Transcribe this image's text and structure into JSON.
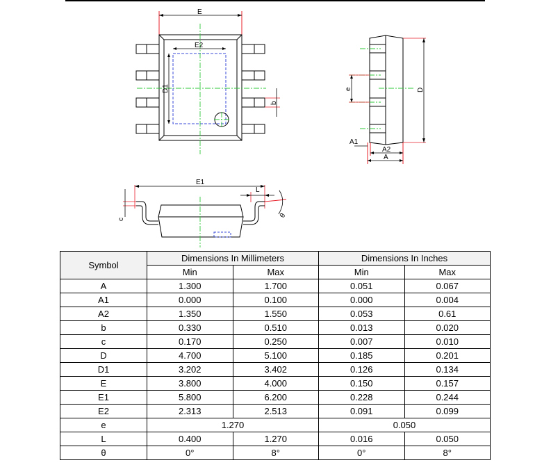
{
  "labels": {
    "top_E": "E",
    "top_E2": "E2",
    "top_D1": "D1",
    "top_b": "b",
    "side_e": "e",
    "side_D": "D",
    "side_A1": "A1",
    "side_A2": "A2",
    "side_A": "A",
    "front_E1": "E1",
    "front_L": "L",
    "front_c": "c",
    "front_theta": "θ"
  },
  "colors": {
    "dimension_red": "#e8202a",
    "centerline_green": "#2fc83a",
    "pad_blue": "#3a4ad8",
    "outline": "#000000"
  },
  "table": {
    "symbol_header": "Symbol",
    "mm_header": "Dimensions In Millimeters",
    "in_header": "Dimensions In Inches",
    "min_label": "Min",
    "max_label": "Max",
    "rows": [
      {
        "symbol": "A",
        "mm_min": "1.300",
        "mm_max": "1.700",
        "in_min": "0.051",
        "in_max": "0.067"
      },
      {
        "symbol": "A1",
        "mm_min": "0.000",
        "mm_max": "0.100",
        "in_min": "0.000",
        "in_max": "0.004"
      },
      {
        "symbol": "A2",
        "mm_min": "1.350",
        "mm_max": "1.550",
        "in_min": "0.053",
        "in_max": "0.61"
      },
      {
        "symbol": "b",
        "mm_min": "0.330",
        "mm_max": "0.510",
        "in_min": "0.013",
        "in_max": "0.020"
      },
      {
        "symbol": "c",
        "mm_min": "0.170",
        "mm_max": "0.250",
        "in_min": "0.007",
        "in_max": "0.010"
      },
      {
        "symbol": "D",
        "mm_min": "4.700",
        "mm_max": "5.100",
        "in_min": "0.185",
        "in_max": "0.201"
      },
      {
        "symbol": "D1",
        "mm_min": "3.202",
        "mm_max": "3.402",
        "in_min": "0.126",
        "in_max": "0.134"
      },
      {
        "symbol": "E",
        "mm_min": "3.800",
        "mm_max": "4.000",
        "in_min": "0.150",
        "in_max": "0.157"
      },
      {
        "symbol": "E1",
        "mm_min": "5.800",
        "mm_max": "6.200",
        "in_min": "0.228",
        "in_max": "0.244"
      },
      {
        "symbol": "E2",
        "mm_min": "2.313",
        "mm_max": "2.513",
        "in_min": "0.091",
        "in_max": "0.099"
      },
      {
        "symbol": "e",
        "mm_nom": "1.270",
        "in_nom": "0.050"
      },
      {
        "symbol": "L",
        "mm_min": "0.400",
        "mm_max": "1.270",
        "in_min": "0.016",
        "in_max": "0.050"
      },
      {
        "symbol": "θ",
        "mm_min": "0°",
        "mm_max": "8°",
        "in_min": "0°",
        "in_max": "8°"
      }
    ]
  }
}
